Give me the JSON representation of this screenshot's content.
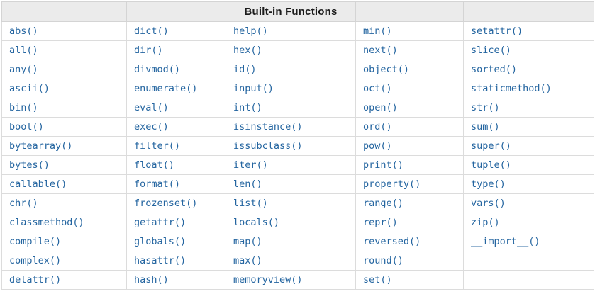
{
  "table": {
    "title": "Built-in Functions",
    "column_count": 5,
    "rows": [
      [
        "abs()",
        "dict()",
        "help()",
        "min()",
        "setattr()"
      ],
      [
        "all()",
        "dir()",
        "hex()",
        "next()",
        "slice()"
      ],
      [
        "any()",
        "divmod()",
        "id()",
        "object()",
        "sorted()"
      ],
      [
        "ascii()",
        "enumerate()",
        "input()",
        "oct()",
        "staticmethod()"
      ],
      [
        "bin()",
        "eval()",
        "int()",
        "open()",
        "str()"
      ],
      [
        "bool()",
        "exec()",
        "isinstance()",
        "ord()",
        "sum()"
      ],
      [
        "bytearray()",
        "filter()",
        "issubclass()",
        "pow()",
        "super()"
      ],
      [
        "bytes()",
        "float()",
        "iter()",
        "print()",
        "tuple()"
      ],
      [
        "callable()",
        "format()",
        "len()",
        "property()",
        "type()"
      ],
      [
        "chr()",
        "frozenset()",
        "list()",
        "range()",
        "vars()"
      ],
      [
        "classmethod()",
        "getattr()",
        "locals()",
        "repr()",
        "zip()"
      ],
      [
        "compile()",
        "globals()",
        "map()",
        "reversed()",
        "__import__()"
      ],
      [
        "complex()",
        "hasattr()",
        "max()",
        "round()",
        ""
      ],
      [
        "delattr()",
        "hash()",
        "memoryview()",
        "set()",
        ""
      ]
    ],
    "colors": {
      "link": "#2465a0",
      "header_background": "#ebebeb",
      "header_text": "#1b1b1b",
      "cell_border": "#dcdcdc",
      "outer_border": "#c3c3c3"
    }
  }
}
